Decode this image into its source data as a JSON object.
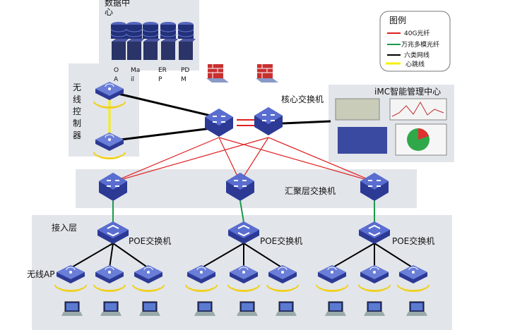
{
  "data_center": {
    "title_line1": "数据中",
    "title_line2": "心",
    "servers": [
      [
        "O",
        "A"
      ],
      [
        "Ma",
        "il"
      ],
      [
        "ER",
        "P"
      ],
      [
        "PD",
        "M"
      ]
    ]
  },
  "wireless_controller": {
    "label": [
      "无",
      "线",
      "控",
      "制",
      "器"
    ]
  },
  "core": {
    "label": "核心交换机"
  },
  "imc": {
    "label": "iMC智能管理中心"
  },
  "aggregation": {
    "label": "汇聚层交换机"
  },
  "access": {
    "label": "接入层",
    "poe_label": "POE交换机",
    "ap_label": "无线AP"
  },
  "legend": {
    "title": "图例",
    "items": [
      {
        "label": "40G光纤",
        "color": "#e02020"
      },
      {
        "label": "万兆多模光纤",
        "color": "#1a9a4a"
      },
      {
        "label": "六类网线",
        "color": "#000000"
      },
      {
        "label": "心跳线",
        "color": "#f5f000"
      }
    ]
  },
  "colors": {
    "band": "#e2e5ea",
    "switch": "#3a4ba8",
    "red_link": "#e02020",
    "green_link": "#1a9a4a",
    "heartbeat": "#f5f000"
  }
}
